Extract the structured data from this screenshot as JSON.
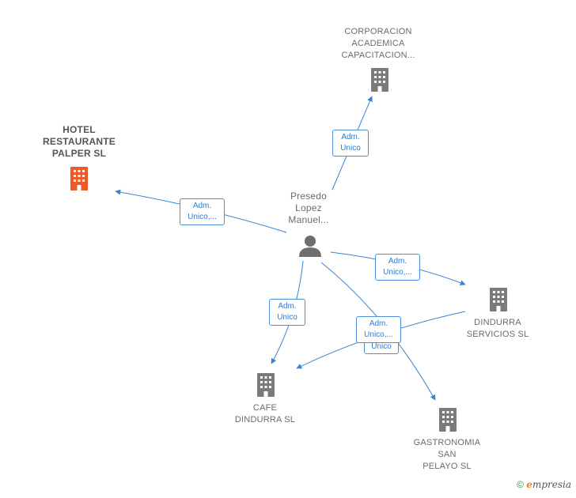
{
  "nodes": {
    "person": {
      "label": [
        "Presedo",
        "Lopez",
        "Manuel..."
      ]
    },
    "corporacion": {
      "label": [
        "CORPORACION",
        "ACADEMICA",
        "CAPACITACION..."
      ]
    },
    "hotel": {
      "label": [
        "HOTEL",
        "RESTAURANTE",
        "PALPER  SL"
      ]
    },
    "dindurra_servicios": {
      "label": [
        "DINDURRA",
        "SERVICIOS  SL"
      ]
    },
    "cafe": {
      "label": [
        "CAFE",
        "DINDURRA  SL"
      ]
    },
    "gastronomia": {
      "label": [
        "GASTRONOMIA",
        "SAN",
        "PELAYO  SL"
      ]
    }
  },
  "edges": {
    "corporacion": {
      "label": [
        "Adm.",
        "Unico"
      ]
    },
    "hotel": {
      "label": [
        "Adm.",
        "Unico,..."
      ]
    },
    "dindurra_servicios": {
      "label": [
        "Adm.",
        "Unico,..."
      ]
    },
    "cafe": {
      "label": [
        "Adm.",
        "Unico"
      ]
    },
    "gastronomia": {
      "label": [
        "Adm.",
        "Unico,..."
      ]
    },
    "gastronomia_back": {
      "label": [
        "Unico"
      ]
    }
  },
  "colors": {
    "edge": "#3b82d6",
    "building": "#7a7a7a",
    "building_highlight": "#f05a28",
    "person": "#6e6e6e"
  },
  "footer": {
    "copyright": "©",
    "brand_initial": "e",
    "brand_rest": "mpresia"
  }
}
